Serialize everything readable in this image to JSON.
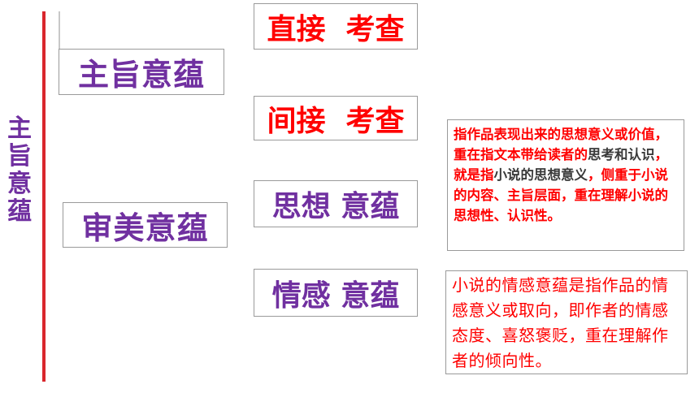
{
  "side_title": [
    "主",
    "旨",
    "意",
    "蕴"
  ],
  "left_boxes": {
    "theme": "主旨意蕴",
    "aesthetic": "审美意蕴"
  },
  "right_boxes": {
    "direct": "直接  考查",
    "indirect": "间接  考查",
    "thought": "思想 意蕴",
    "emotion": "情感 意蕴"
  },
  "notes": {
    "thought": {
      "p1": "指作品表现出来的思想意义或价值，重在指文本带给读者的",
      "p2": "思考和认识",
      "p3": "，就是指",
      "p4": "小说的思想意义",
      "p5": "，侧重于小说的内容、主旨层面，重在理解小说的思想性、认识性。"
    },
    "emotion": "小说的情感意蕴是指作品的情感意义或取向，即作者的情感态度、喜怒褒贬，重在理解作者的倾向性。"
  },
  "colors": {
    "purple": "#7030a0",
    "red": "#ff0000",
    "line_red": "#d9262c"
  }
}
